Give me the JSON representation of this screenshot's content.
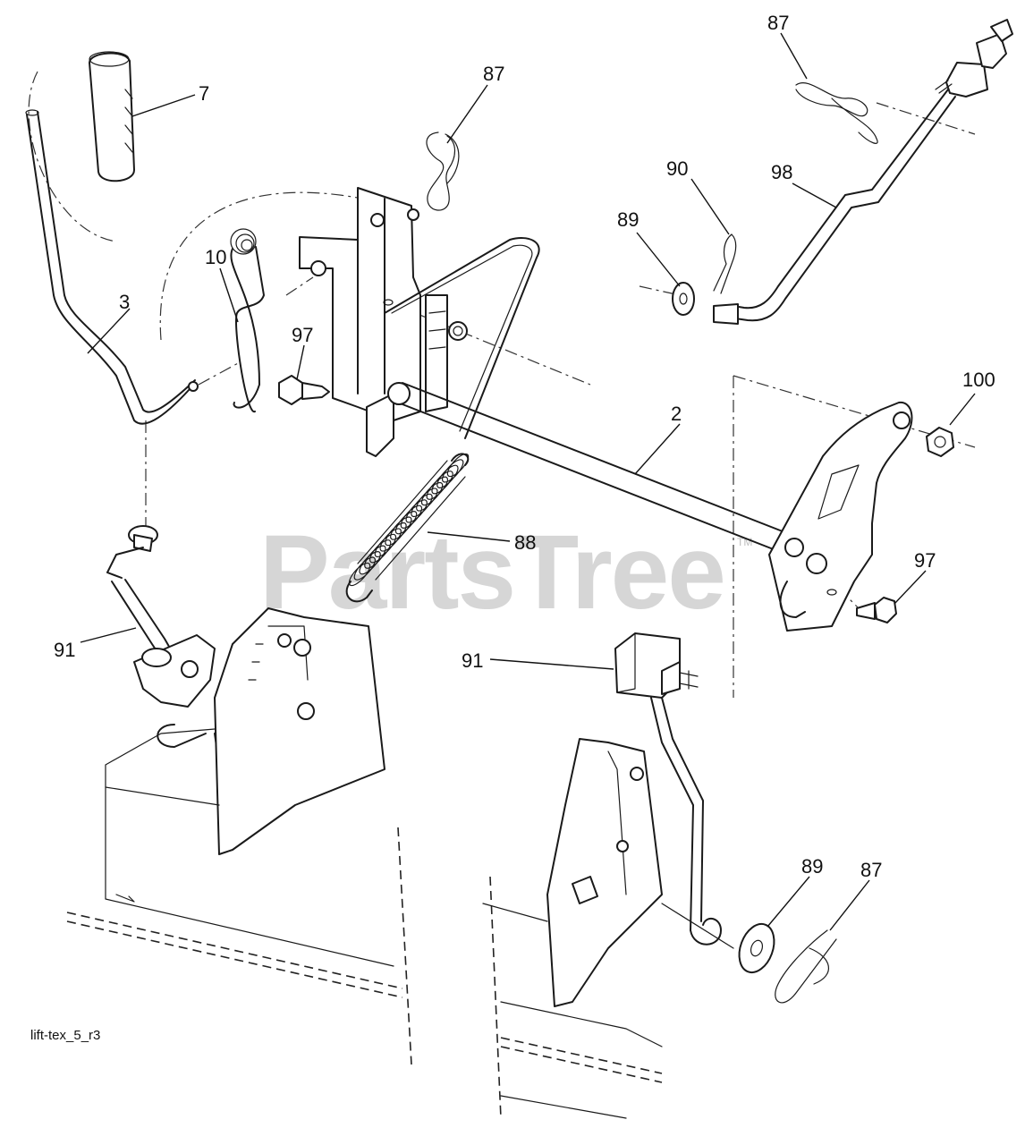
{
  "diagram": {
    "caption": "lift-tex_5_r3",
    "watermark": "PartsTree",
    "watermark_tm": "TM",
    "callouts": [
      {
        "id": "c-87-top",
        "label": "87"
      },
      {
        "id": "c-87-mid",
        "label": "87"
      },
      {
        "id": "c-7",
        "label": "7"
      },
      {
        "id": "c-90",
        "label": "90"
      },
      {
        "id": "c-98",
        "label": "98"
      },
      {
        "id": "c-89-top",
        "label": "89"
      },
      {
        "id": "c-10",
        "label": "10"
      },
      {
        "id": "c-3",
        "label": "3"
      },
      {
        "id": "c-97-left",
        "label": "97"
      },
      {
        "id": "c-100",
        "label": "100"
      },
      {
        "id": "c-2",
        "label": "2"
      },
      {
        "id": "c-88",
        "label": "88"
      },
      {
        "id": "c-97-right",
        "label": "97"
      },
      {
        "id": "c-91-left",
        "label": "91"
      },
      {
        "id": "c-91-right",
        "label": "91"
      },
      {
        "id": "c-89-bottom",
        "label": "89"
      },
      {
        "id": "c-87-bottom",
        "label": "87"
      }
    ]
  }
}
